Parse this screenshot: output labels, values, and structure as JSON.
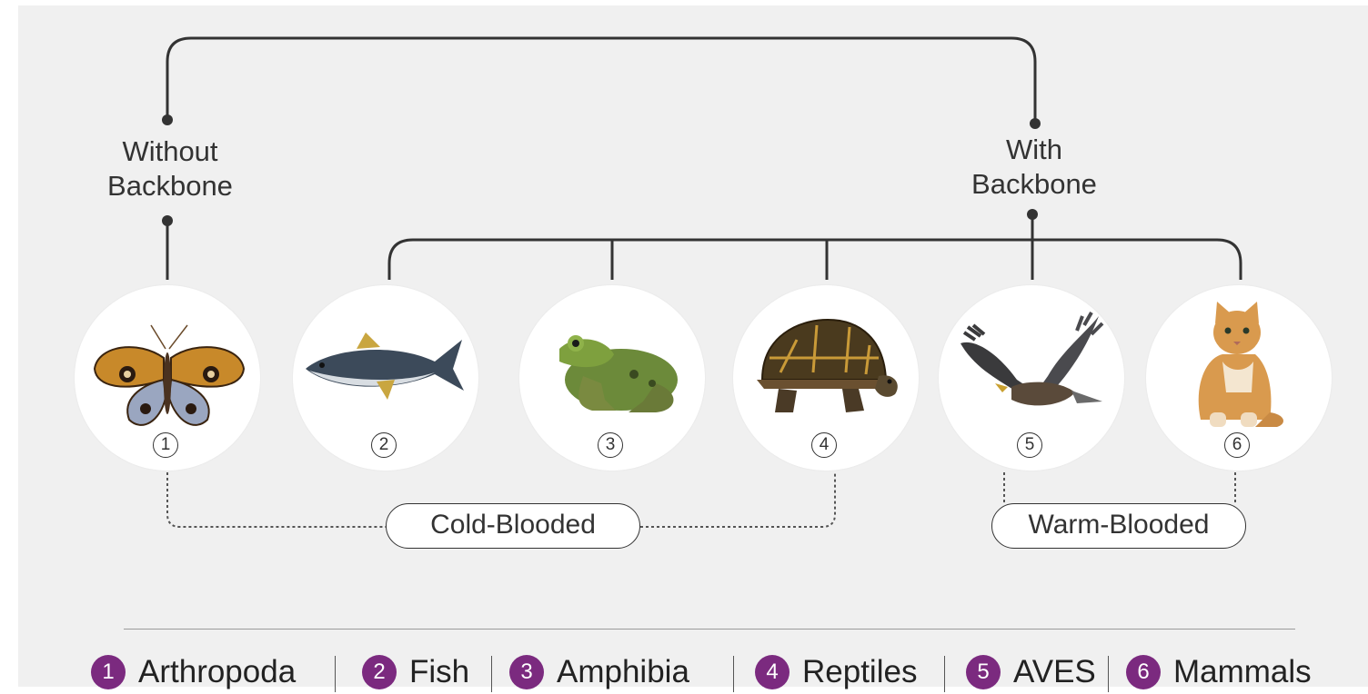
{
  "groups": {
    "without_backbone": [
      "Without",
      "Backbone"
    ],
    "with_backbone": [
      "With",
      "Backbone"
    ]
  },
  "animals": [
    {
      "number": "1",
      "icon": "butterfly-image"
    },
    {
      "number": "2",
      "icon": "fish-image"
    },
    {
      "number": "3",
      "icon": "frog-image"
    },
    {
      "number": "4",
      "icon": "turtle-image"
    },
    {
      "number": "5",
      "icon": "eagle-image"
    },
    {
      "number": "6",
      "icon": "cat-image"
    }
  ],
  "temperature": {
    "cold": "Cold-Blooded",
    "warm": "Warm-Blooded"
  },
  "legend": [
    {
      "number": "1",
      "label": "Arthropoda"
    },
    {
      "number": "2",
      "label": "Fish"
    },
    {
      "number": "3",
      "label": "Amphibia"
    },
    {
      "number": "4",
      "label": "Reptiles"
    },
    {
      "number": "5",
      "label": "AVES"
    },
    {
      "number": "6",
      "label": "Mammals"
    }
  ],
  "colors": {
    "background": "#f0f0f0",
    "line": "#333333",
    "badge": "#7b2a7f",
    "circle": "#ffffff"
  }
}
